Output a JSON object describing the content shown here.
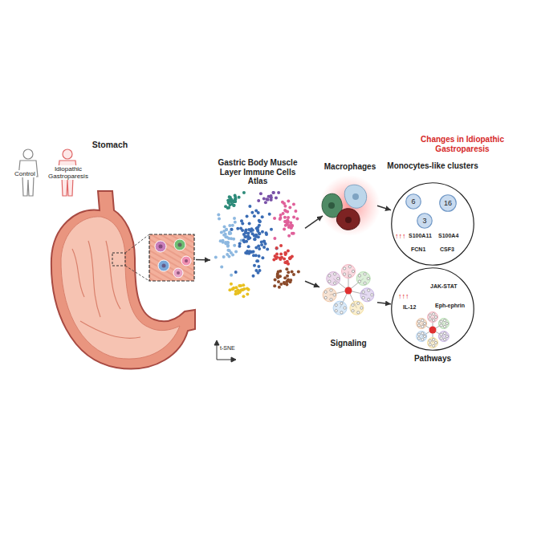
{
  "diagram": {
    "nodes": [
      {
        "text": [
          "Stomach"
        ]
      },
      {
        "text": [
          "Gastric Body Muscle Layer Immune Cells Atlas"
        ]
      },
      {
        "text": [
          "Macrophages"
        ]
      },
      {
        "text": [
          "Signaling"
        ]
      },
      {
        "text": [
          "Monocytes-like clusters",
          "S100A11",
          "S100A4",
          "FCN1",
          "CSF3"
        ]
      },
      {
        "text": [
          "6"
        ],
        "in": 4
      },
      {
        "text": [
          "16"
        ],
        "in": 4
      },
      {
        "text": [
          "3"
        ],
        "in": 4
      },
      {
        "text": [
          "IL-12",
          "JAK-STAT",
          "Eph-ephrin",
          "Pathways"
        ]
      }
    ],
    "edges": [
      {
        "from": 0,
        "to": 1,
        "arrow": "to"
      },
      {
        "from": 1,
        "to": 2,
        "arrow": "to"
      },
      {
        "from": 2,
        "to": 4,
        "arrow": "to"
      },
      {
        "from": 1,
        "to": 3,
        "arrow": "to"
      },
      {
        "from": 3,
        "to": 8,
        "arrow": "to"
      }
    ],
    "labels": [
      "Control",
      "Idiopathic Gastroparesis",
      "t-SNE",
      "Changes in Idiopathic Gastroparesis",
      "↑↑↑",
      "↑↑↑"
    ]
  }
}
